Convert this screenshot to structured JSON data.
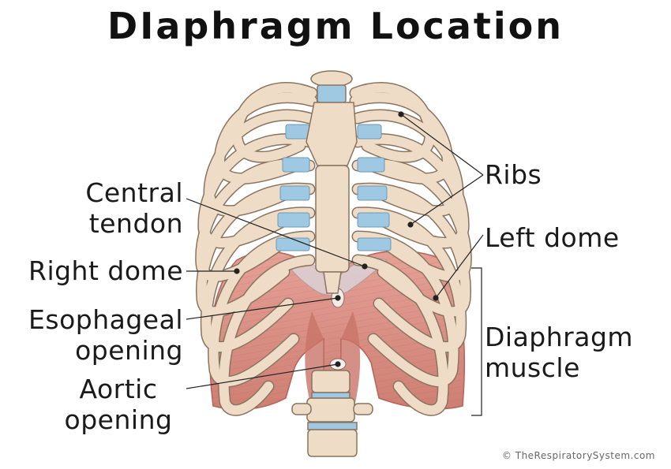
{
  "title": "DIaphragm Location",
  "labels": {
    "ribs": "Ribs",
    "central_tendon_1": "Central",
    "central_tendon_2": "tendon",
    "left_dome": "Left dome",
    "right_dome": "Right dome",
    "esophageal_1": "Esophageal",
    "esophageal_2": "opening",
    "diaphragm_muscle_1": "Diaphragm",
    "diaphragm_muscle_2": "muscle",
    "aortic_1": "Aortic",
    "aortic_2": "opening"
  },
  "credit": "© TheRespiratorySystem.com",
  "colors": {
    "bone": "#efdcc6",
    "bone_outline": "#8a7460",
    "cartilage": "#9fc8e3",
    "muscle": "#d98a7e",
    "muscle_dark": "#c46e62",
    "leader": "#222222"
  }
}
